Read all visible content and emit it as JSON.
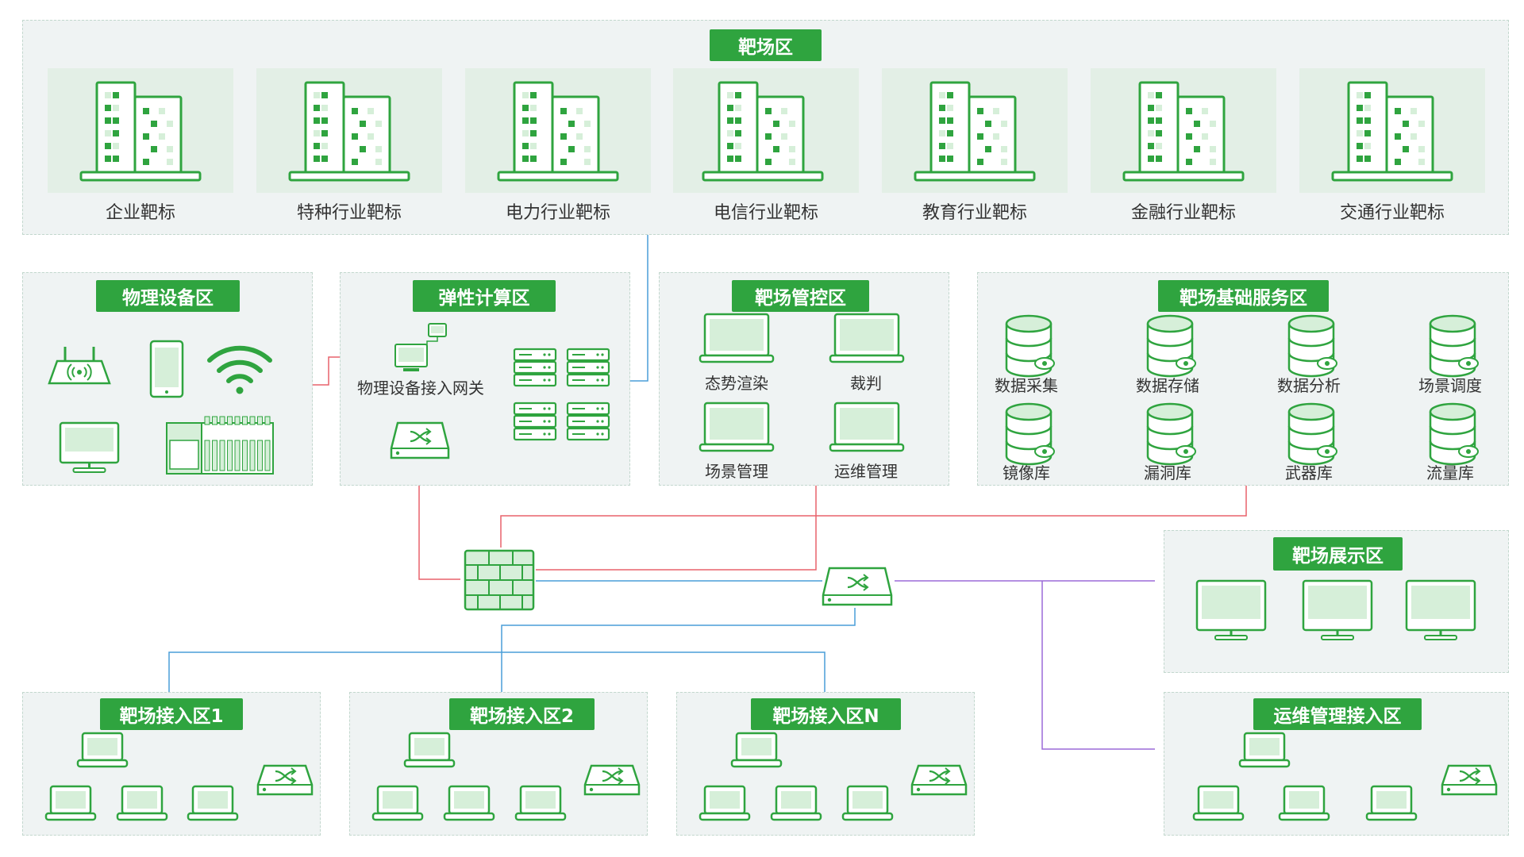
{
  "colors": {
    "accent": "#2fa43f",
    "zone_bg": "#eff3f3",
    "line_red": "#e8626b",
    "line_blue": "#4a9ed8",
    "line_purple": "#9c6ad8",
    "line_gray": "#a9a9a9"
  },
  "range_zone": {
    "title": "靶场区",
    "targets": [
      "企业靶标",
      "特种行业靶标",
      "电力行业靶标",
      "电信行业靶标",
      "教育行业靶标",
      "金融行业靶标",
      "交通行业靶标"
    ],
    "icon": "building-icon"
  },
  "physical_zone": {
    "title": "物理设备区",
    "icons": [
      "router-icon",
      "phone-icon",
      "wifi-icon",
      "monitor-icon",
      "industrial-controller-icon"
    ]
  },
  "elastic_zone": {
    "title": "弹性计算区",
    "gateway_label": "物理设备接入网关",
    "icons": [
      "computer-icon",
      "switch-icon",
      "server-rack-icon"
    ]
  },
  "control_zone": {
    "title": "靶场管控区",
    "items": [
      "态势渲染",
      "裁判",
      "场景管理",
      "运维管理"
    ],
    "icon": "laptop-icon"
  },
  "base_zone": {
    "title": "靶场基础服务区",
    "items": [
      "数据采集",
      "数据存储",
      "数据分析",
      "场景调度",
      "镜像库",
      "漏洞库",
      "武器库",
      "流量库"
    ],
    "icon": "database-icon"
  },
  "display_zone": {
    "title": "靶场展示区",
    "icon": "monitor-icon"
  },
  "access_zones": [
    {
      "title": "靶场接入区1"
    },
    {
      "title": "靶场接入区2"
    },
    {
      "title": "靶场接入区N"
    }
  ],
  "ops_zone": {
    "title": "运维管理接入区"
  },
  "core_icons": [
    "firewall-icon",
    "switch-icon"
  ]
}
